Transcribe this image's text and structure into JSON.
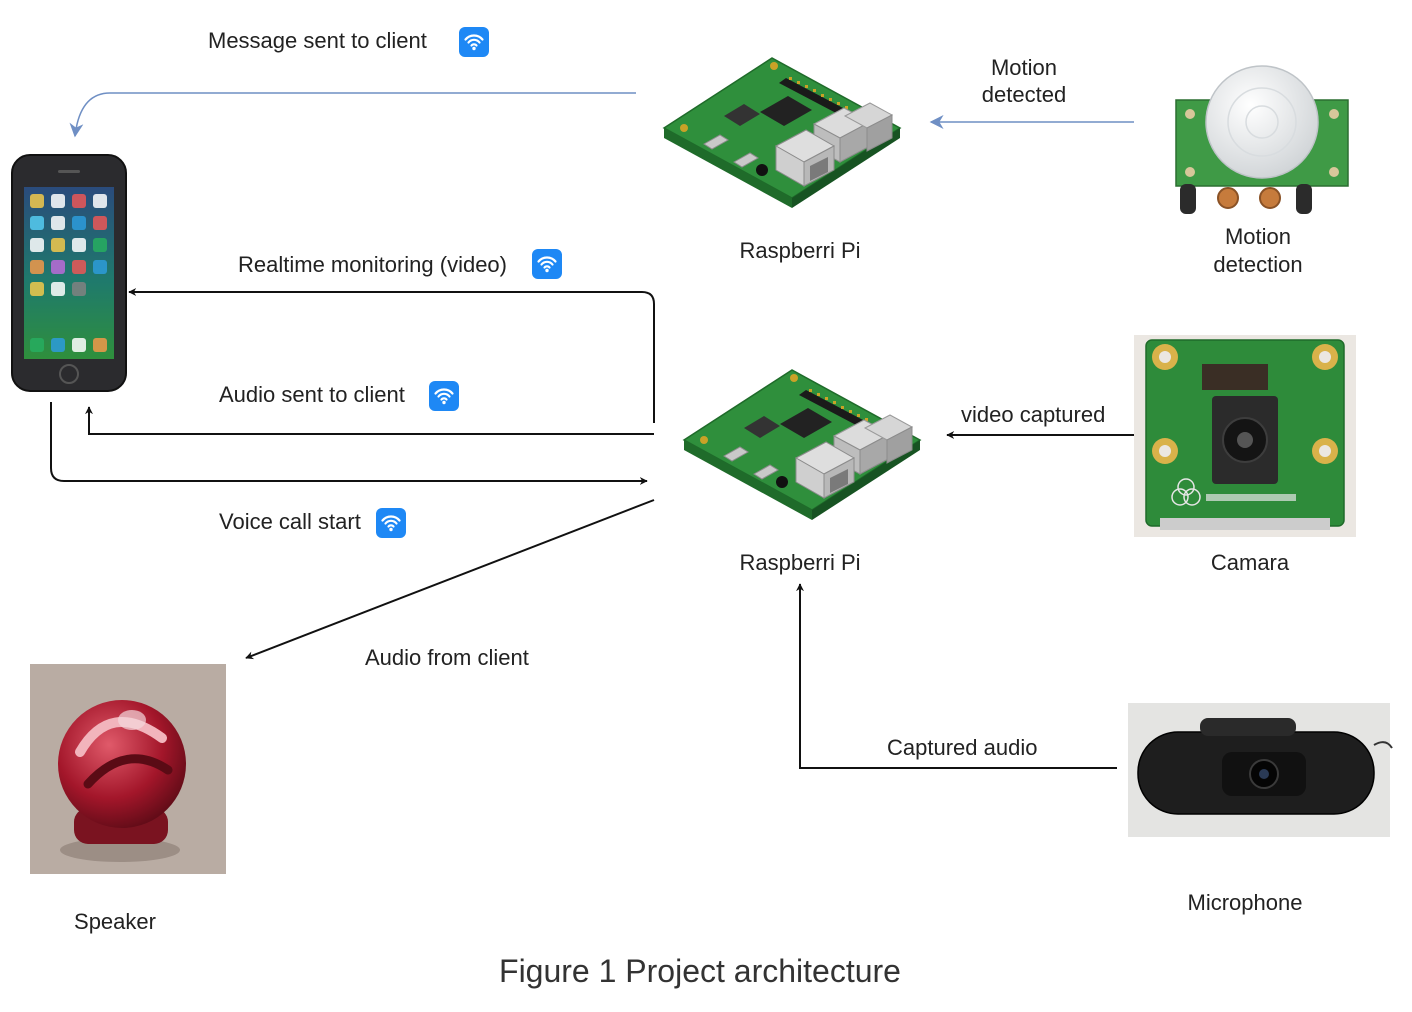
{
  "nodes": {
    "pi_top": "Raspberri Pi",
    "pi_mid": "Raspberri Pi",
    "motion_line1": "Motion",
    "motion_line2": "detection",
    "camera": "Camara",
    "microphone": "Microphone",
    "speaker": "Speaker"
  },
  "edges": {
    "message_sent": "Message sent to client",
    "motion_detected_line1": "Motion",
    "motion_detected_line2": "detected",
    "realtime": "Realtime monitoring (video)",
    "audio_sent": "Audio sent to client",
    "voice_call": "Voice call start",
    "video_captured": "video captured",
    "audio_from_client": "Audio from client",
    "captured_audio": "Captured audio"
  },
  "caption": "Figure 1 Project architecture",
  "colors": {
    "wifi_badge": "#1e88f5",
    "pcb_green": "#2e8b3a",
    "arrow_blue": "#6f8fc4",
    "arrow_black": "#111111",
    "speaker_red": "#a3162a"
  }
}
